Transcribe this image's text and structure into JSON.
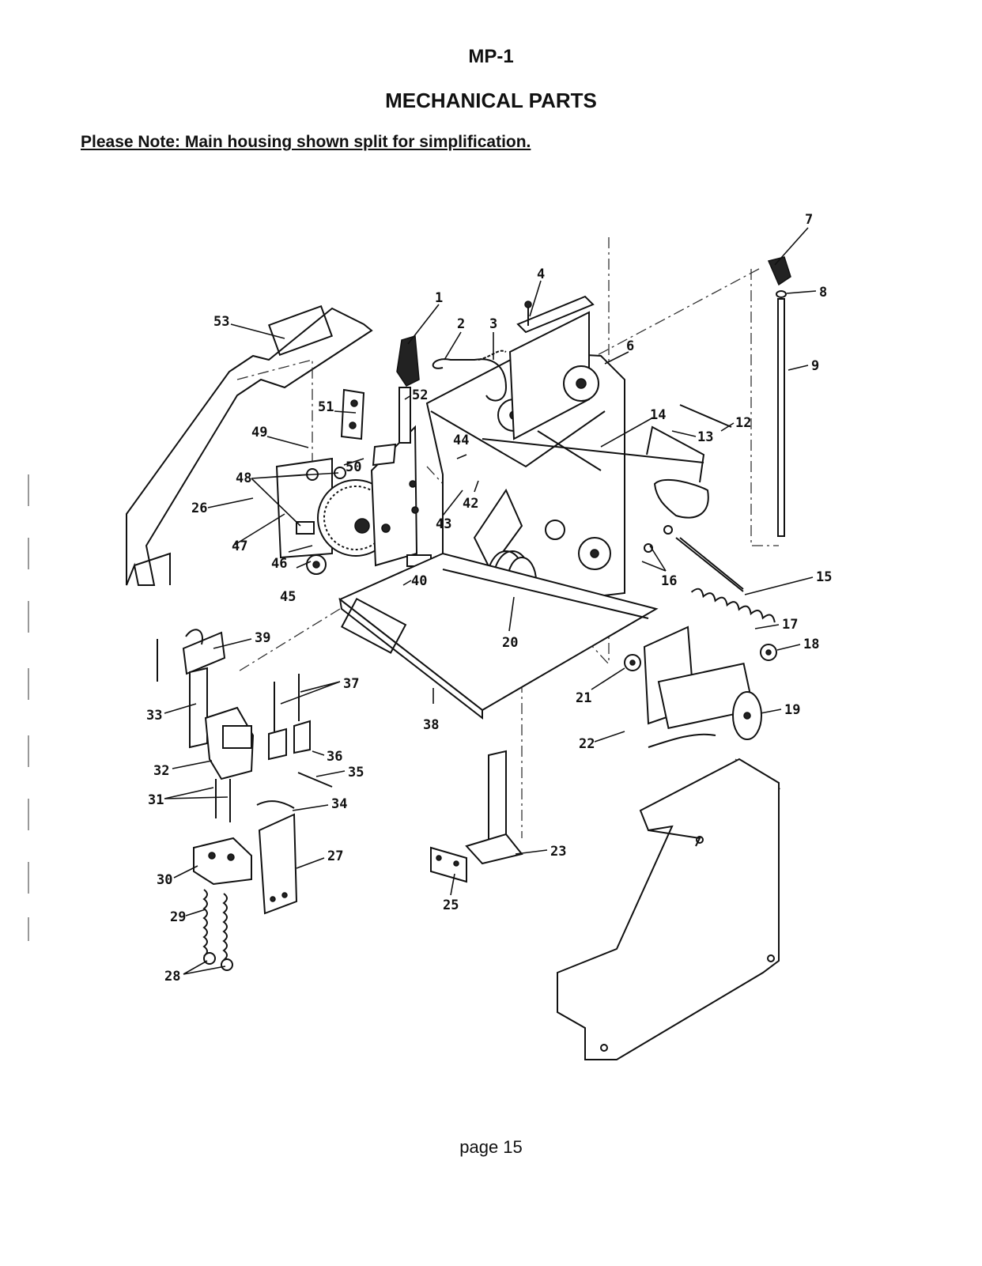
{
  "header": {
    "code": "MP-1",
    "title": "MECHANICAL PARTS",
    "note": "Please Note: Main housing shown split for simplification."
  },
  "footer": {
    "page": "page 15"
  },
  "callouts": {
    "c1": "1",
    "c2": "2",
    "c3": "3",
    "c4": "4",
    "c6": "6",
    "c7": "7",
    "c8": "8",
    "c9": "9",
    "c12": "12",
    "c13": "13",
    "c14": "14",
    "c15": "15",
    "c16": "16",
    "c17": "17",
    "c18": "18",
    "c19": "19",
    "c20": "20",
    "c21": "21",
    "c22": "22",
    "c23": "23",
    "c25": "25",
    "c26": "26",
    "c27": "27",
    "c28": "28",
    "c29": "29",
    "c30": "30",
    "c31": "31",
    "c32": "32",
    "c33": "33",
    "c34": "34",
    "c35": "35",
    "c36": "36",
    "c37": "37",
    "c38": "38",
    "c39": "39",
    "c40": "40",
    "c42": "42",
    "c43": "43",
    "c44": "44",
    "c45": "45",
    "c46": "46",
    "c47": "47",
    "c48": "48",
    "c49": "49",
    "c50": "50",
    "c51": "51",
    "c52": "52",
    "c53": "53"
  }
}
